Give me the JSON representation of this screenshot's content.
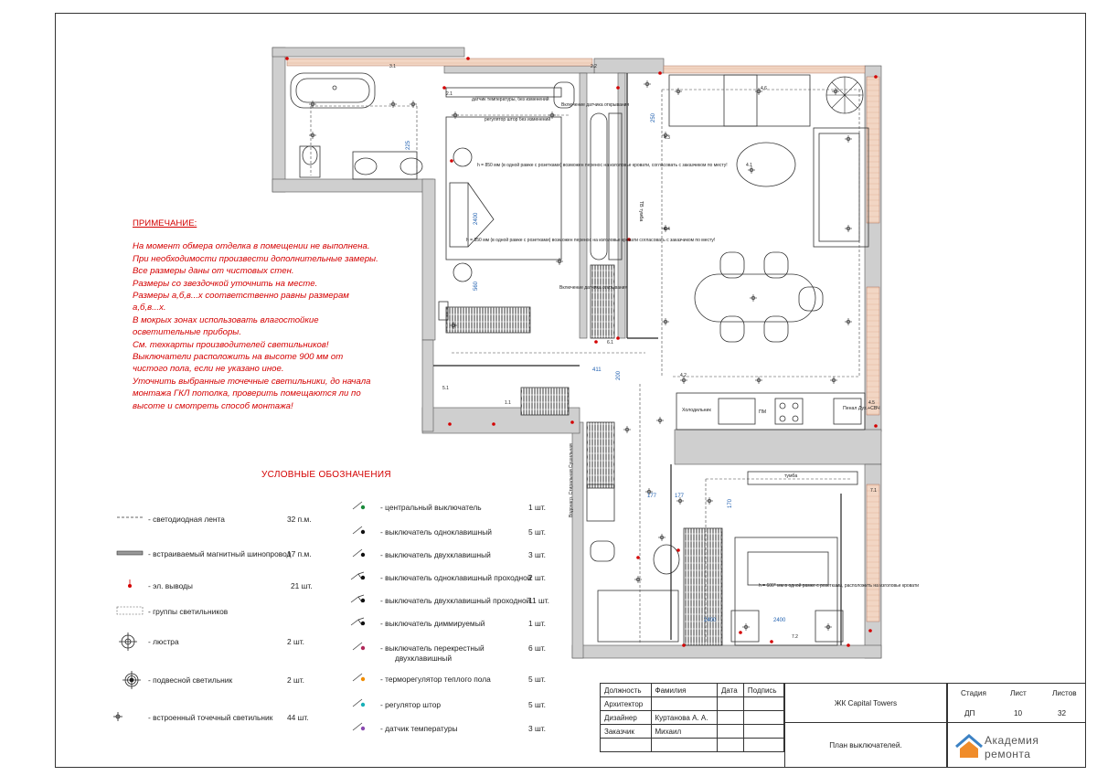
{
  "note": {
    "title": "ПРИМЕЧАНИЕ:",
    "lines": [
      "На момент обмера отделка в помещении не выполнена.",
      "При необходимости произвести дополнительные замеры.",
      "Все размеры даны от чистовых стен.",
      "Размеры со звездочкой уточнить на месте.",
      "Размеры а,б,в...х соответственно равны размерам а,б,в...х.",
      "В мокрых зонах использовать влагостойкие осветительные приборы.",
      "См. техкарты производителей светильников!",
      "Выключатели расположить на высоте 900 мм от чистого пола, если не указано иное.",
      "Уточнить выбранные точечные светильники, до начала монтажа ГКЛ потолка, проверить помещаются ли по высоте и смотреть способ монтажа!"
    ]
  },
  "legend": {
    "title": "УСЛОВНЫЕ ОБОЗНАЧЕНИЯ",
    "left": [
      {
        "label": "-  светодиодная лента",
        "qty": "32 п.м.",
        "icon": "led-strip-icon"
      },
      {
        "label": "-  встраиваемый магнитный шинопровод",
        "qty": "17 п.м.",
        "icon": "magnetic-track-icon"
      },
      {
        "label": "-  эл. выводы",
        "qty": "21 шт.",
        "icon": "electrical-outlet-icon"
      },
      {
        "label": "-  группы светильников",
        "qty": "",
        "icon": "light-group-icon"
      },
      {
        "label": "-  люстра",
        "qty": "2 шт.",
        "icon": "chandelier-icon"
      },
      {
        "label": "-  подвесной светильник",
        "qty": "2 шт.",
        "icon": "pendant-lamp-icon"
      },
      {
        "label": "-  встроенный точечный светильник",
        "qty": "44 шт.",
        "icon": "spotlight-icon"
      }
    ],
    "right": [
      {
        "label": "-  центральный выключатель",
        "qty": "1 шт.",
        "icon": "central-switch-icon",
        "color": "#1a8a3a"
      },
      {
        "label": "-  выключатель  одноклавишный",
        "qty": "5 шт.",
        "icon": "single-switch-icon",
        "color": "#111111"
      },
      {
        "label": "-  выключатель  двухклавишный",
        "qty": "3 шт.",
        "icon": "double-switch-icon",
        "color": "#111111"
      },
      {
        "label": "-  выключатель  одноклавишный проходной",
        "qty": "2 шт.",
        "icon": "single-passthrough-switch-icon",
        "color": "#111111"
      },
      {
        "label": "-  выключатель  двухклавишный проходной",
        "qty": "11 шт.",
        "icon": "double-passthrough-switch-icon",
        "color": "#111111"
      },
      {
        "label": "-  выключатель  диммируемый",
        "qty": "1 шт.",
        "icon": "dimmer-switch-icon",
        "color": "#111111"
      },
      {
        "label": "-  выключатель  перекрестный",
        "label2": "двухклавишный",
        "qty": "6 шт.",
        "icon": "cross-switch-icon",
        "color": "#b0285a"
      },
      {
        "label": "-  терморегулятор теплого пола",
        "qty": "5 шт.",
        "icon": "floor-thermostat-icon",
        "color": "#f08c00"
      },
      {
        "label": "-  регулятор штор",
        "qty": "5 шт.",
        "icon": "curtain-controller-icon",
        "color": "#18b0b8"
      },
      {
        "label": "-  датчик температуры",
        "qty": "3 шт.",
        "icon": "temperature-sensor-icon",
        "color": "#8a4ab0"
      }
    ]
  },
  "title_block": {
    "headers": [
      "Должность",
      "Фамилия",
      "Дата",
      "Подпись"
    ],
    "rows": [
      [
        "Архитектор",
        "",
        "",
        ""
      ],
      [
        "Дизайнер",
        "Куртанова А. А.",
        "",
        ""
      ],
      [
        "Заказчик",
        "Михаил",
        "",
        ""
      ],
      [
        "",
        "",
        "",
        ""
      ]
    ],
    "project": "ЖК Capital Towers",
    "sheet_name": "План выключателей.",
    "stage_label": "Стадия",
    "sheet_label": "Лист",
    "sheets_label": "Листов",
    "stage": "ДП",
    "sheet": "10",
    "sheets": "32",
    "logo_line1": "Академия",
    "logo_line2": "ремонта"
  },
  "plan": {
    "room_labels": {
      "fridge": "Холодильник",
      "dishwasher": "ПМ",
      "cabinet": "Пенал Дух.+СВЧ",
      "tv_stand": "тумба",
      "water_heater": "Водонагр. Стиральная Сушильная",
      "tv_shelf": "ТВ тумба"
    },
    "notes": {
      "temp_sensor": "датчик температуры, без изменений",
      "curtain_reg": "регулятор штор без изменений",
      "socket_note_1": "h = 850 мм (в одной рамке с розетками) возможен перенос на изголовье кровати, согласовать с заказчиком по месту!",
      "socket_note_2": "h = 850 мм (в одной рамке с розетками) возможен перенос на изголовье кровати согласовать с заказчиком по месту!",
      "socket_note_3": "h = 600* мм в одной рамке с розетками, расположить на изголовье кровати",
      "opening_left": "Включение датчика открывания",
      "opening_right": "Включение датчика открывания"
    },
    "dimensions": [
      "250",
      "225",
      "2400",
      "560",
      "2400",
      "177",
      "177",
      "170",
      "200",
      "411",
      "2400"
    ],
    "switch_codes": [
      "1.1",
      "2.1",
      "2.2",
      "3.1",
      "4.1",
      "4.2",
      "4.3",
      "4.4",
      "4.5",
      "4.6",
      "5.1",
      "6.1",
      "7.1",
      "7.2"
    ]
  }
}
